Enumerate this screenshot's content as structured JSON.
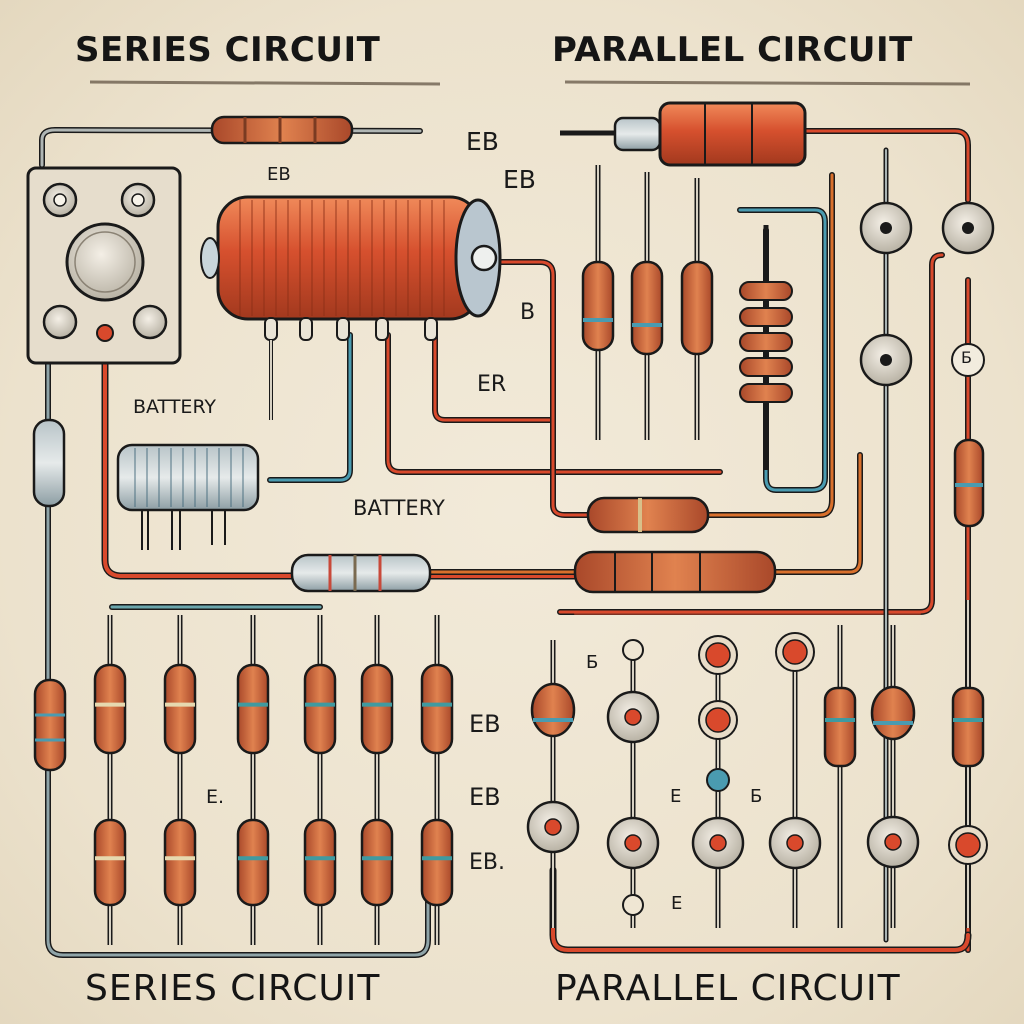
{
  "titles": {
    "top_left": "SERIES CIRCUIT",
    "top_right": "PARALLEL CIRCUIT",
    "bottom_left": "SERIES CIRCUIT",
    "bottom_right": "PARALLEL CIRCUIT"
  },
  "labels": {
    "battery_top": "BATTERY",
    "battery_mid": "BATTERY",
    "coil_label": "EB",
    "eb_1": "EB",
    "eb_2": "EB",
    "b_1": "B",
    "er_1": "ER",
    "er_coil": "EB",
    "series_e": "E.",
    "series_eb_1": "EB",
    "series_eb_2": "EB",
    "series_er": "EB.",
    "par_b_1": "Б",
    "par_e_1": "E",
    "par_b_2": "Б",
    "par_e_2": "E",
    "par_b_circle": "Б"
  },
  "colors": {
    "background": "#efe6d3",
    "wire_red": "#d9492c",
    "wire_teal": "#4a9bb0",
    "wire_grey": "#8a9ba0",
    "copper": "#c8693d",
    "ink": "#1a1a1a"
  }
}
